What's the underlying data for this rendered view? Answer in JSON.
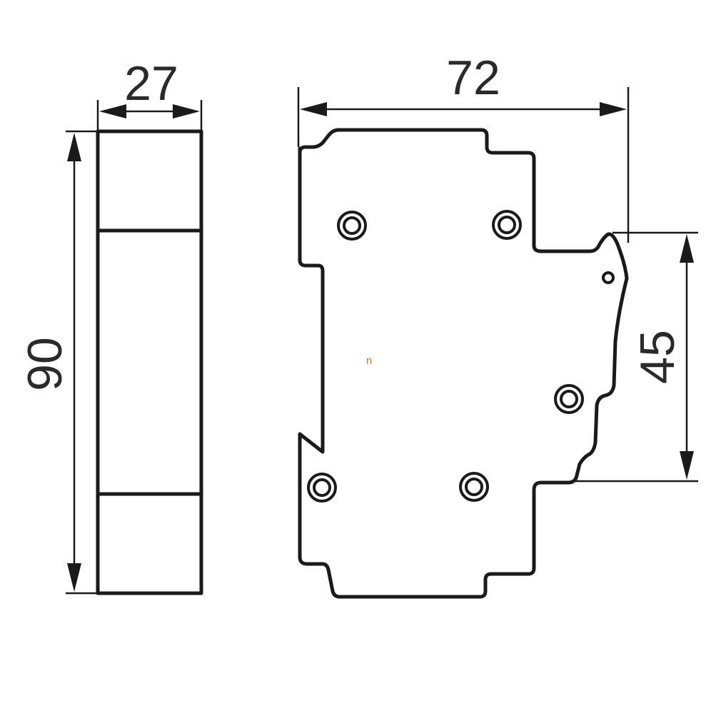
{
  "dimensions": {
    "width_front": "27",
    "height": "90",
    "width_side": "72",
    "mount_height": "45"
  },
  "marker_text": "n",
  "colors": {
    "line": "#1a1a1a",
    "text": "#2a2a2a",
    "marker": "#e07020",
    "background": "#ffffff"
  }
}
